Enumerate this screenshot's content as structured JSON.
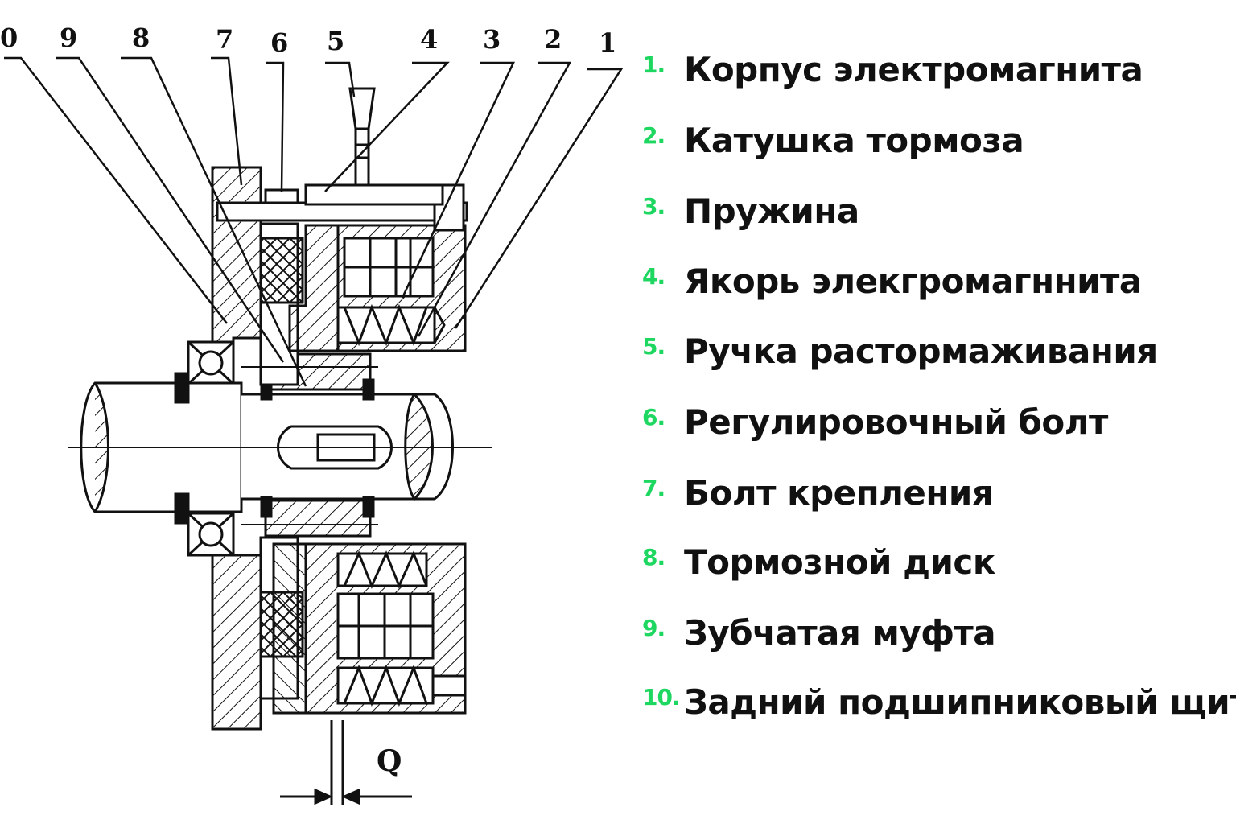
{
  "diagram": {
    "callout_numbers": [
      "0",
      "9",
      "8",
      "7",
      "6",
      "5",
      "4",
      "3",
      "2",
      "1"
    ],
    "gap_label": "Q"
  },
  "legend": {
    "number_color": "#1ed760",
    "items": [
      {
        "num": "1.",
        "text": "Корпус электромагнита"
      },
      {
        "num": "2.",
        "text": "Катушка тормоза"
      },
      {
        "num": "3.",
        "text": "Пружина"
      },
      {
        "num": "4.",
        "text": "Якорь элекгромагннита"
      },
      {
        "num": "5.",
        "text": "Ручка растормаживания"
      },
      {
        "num": "6.",
        "text": "Регулировочный болт"
      },
      {
        "num": "7.",
        "text": "Болт крепления"
      },
      {
        "num": "8.",
        "text": "Тормозной диск"
      },
      {
        "num": "9.",
        "text": "Зубчатая муфта"
      },
      {
        "num": "10.",
        "text": "Задний подшипниковый щит"
      }
    ]
  }
}
